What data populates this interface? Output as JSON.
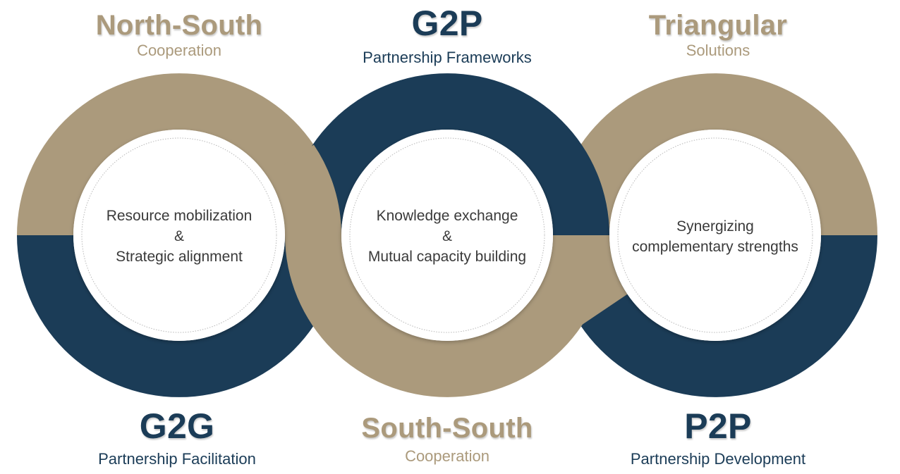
{
  "colors": {
    "tan": "#ab9a7c",
    "navy": "#1b3c57",
    "white": "#ffffff",
    "text": "#3a3a3a"
  },
  "top_labels": {
    "north_south": {
      "title": "North-South",
      "subtitle": "Cooperation"
    },
    "g2p": {
      "title": "G2P",
      "subtitle": "Partnership Frameworks"
    },
    "triangular": {
      "title": "Triangular",
      "subtitle": "Solutions"
    }
  },
  "bottom_labels": {
    "g2g": {
      "title": "G2G",
      "subtitle": "Partnership Facilitation"
    },
    "south_south": {
      "title": "South-South",
      "subtitle": "Cooperation"
    },
    "p2p": {
      "title": "P2P",
      "subtitle": "Partnership Development"
    }
  },
  "circles": {
    "left": {
      "line1": "Resource mobilization",
      "line2": "&",
      "line3": "Strategic alignment"
    },
    "middle": {
      "line1": "Knowledge exchange",
      "line2": "&",
      "line3": "Mutual capacity building"
    },
    "right": {
      "line1": "Synergizing",
      "line2": "complementary strengths"
    }
  }
}
